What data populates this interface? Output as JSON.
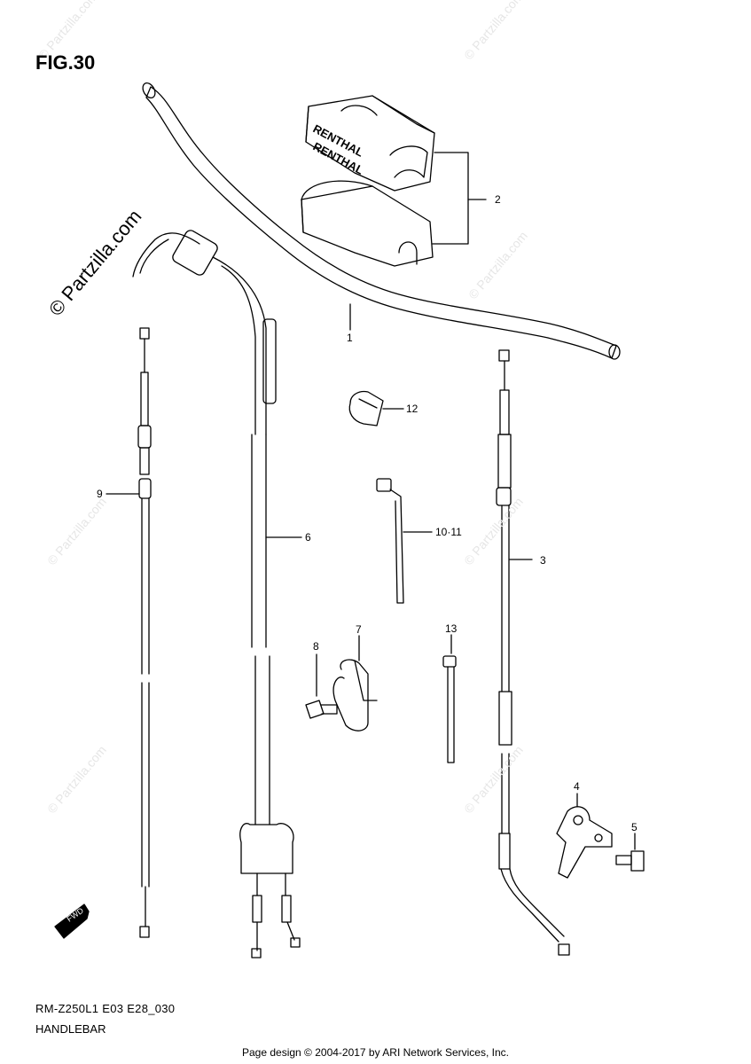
{
  "title": "FIG.30",
  "watermark_main": "© Partzilla.com",
  "watermark_faint": "© Partzilla.com",
  "callouts": {
    "c1": "1",
    "c2": "2",
    "c3": "3",
    "c4": "4",
    "c5": "5",
    "c6": "6",
    "c7": "7",
    "c8": "8",
    "c9": "9",
    "c10_11": "10·11",
    "c12": "12",
    "c13": "13"
  },
  "pad_brand": "RENTHAL",
  "fwd_label": "FWD",
  "model_code": "RM-Z250L1  E03  E28_030",
  "section_name": "HANDLEBAR",
  "footer": "Page design © 2004-2017 by ARI Network Services, Inc."
}
